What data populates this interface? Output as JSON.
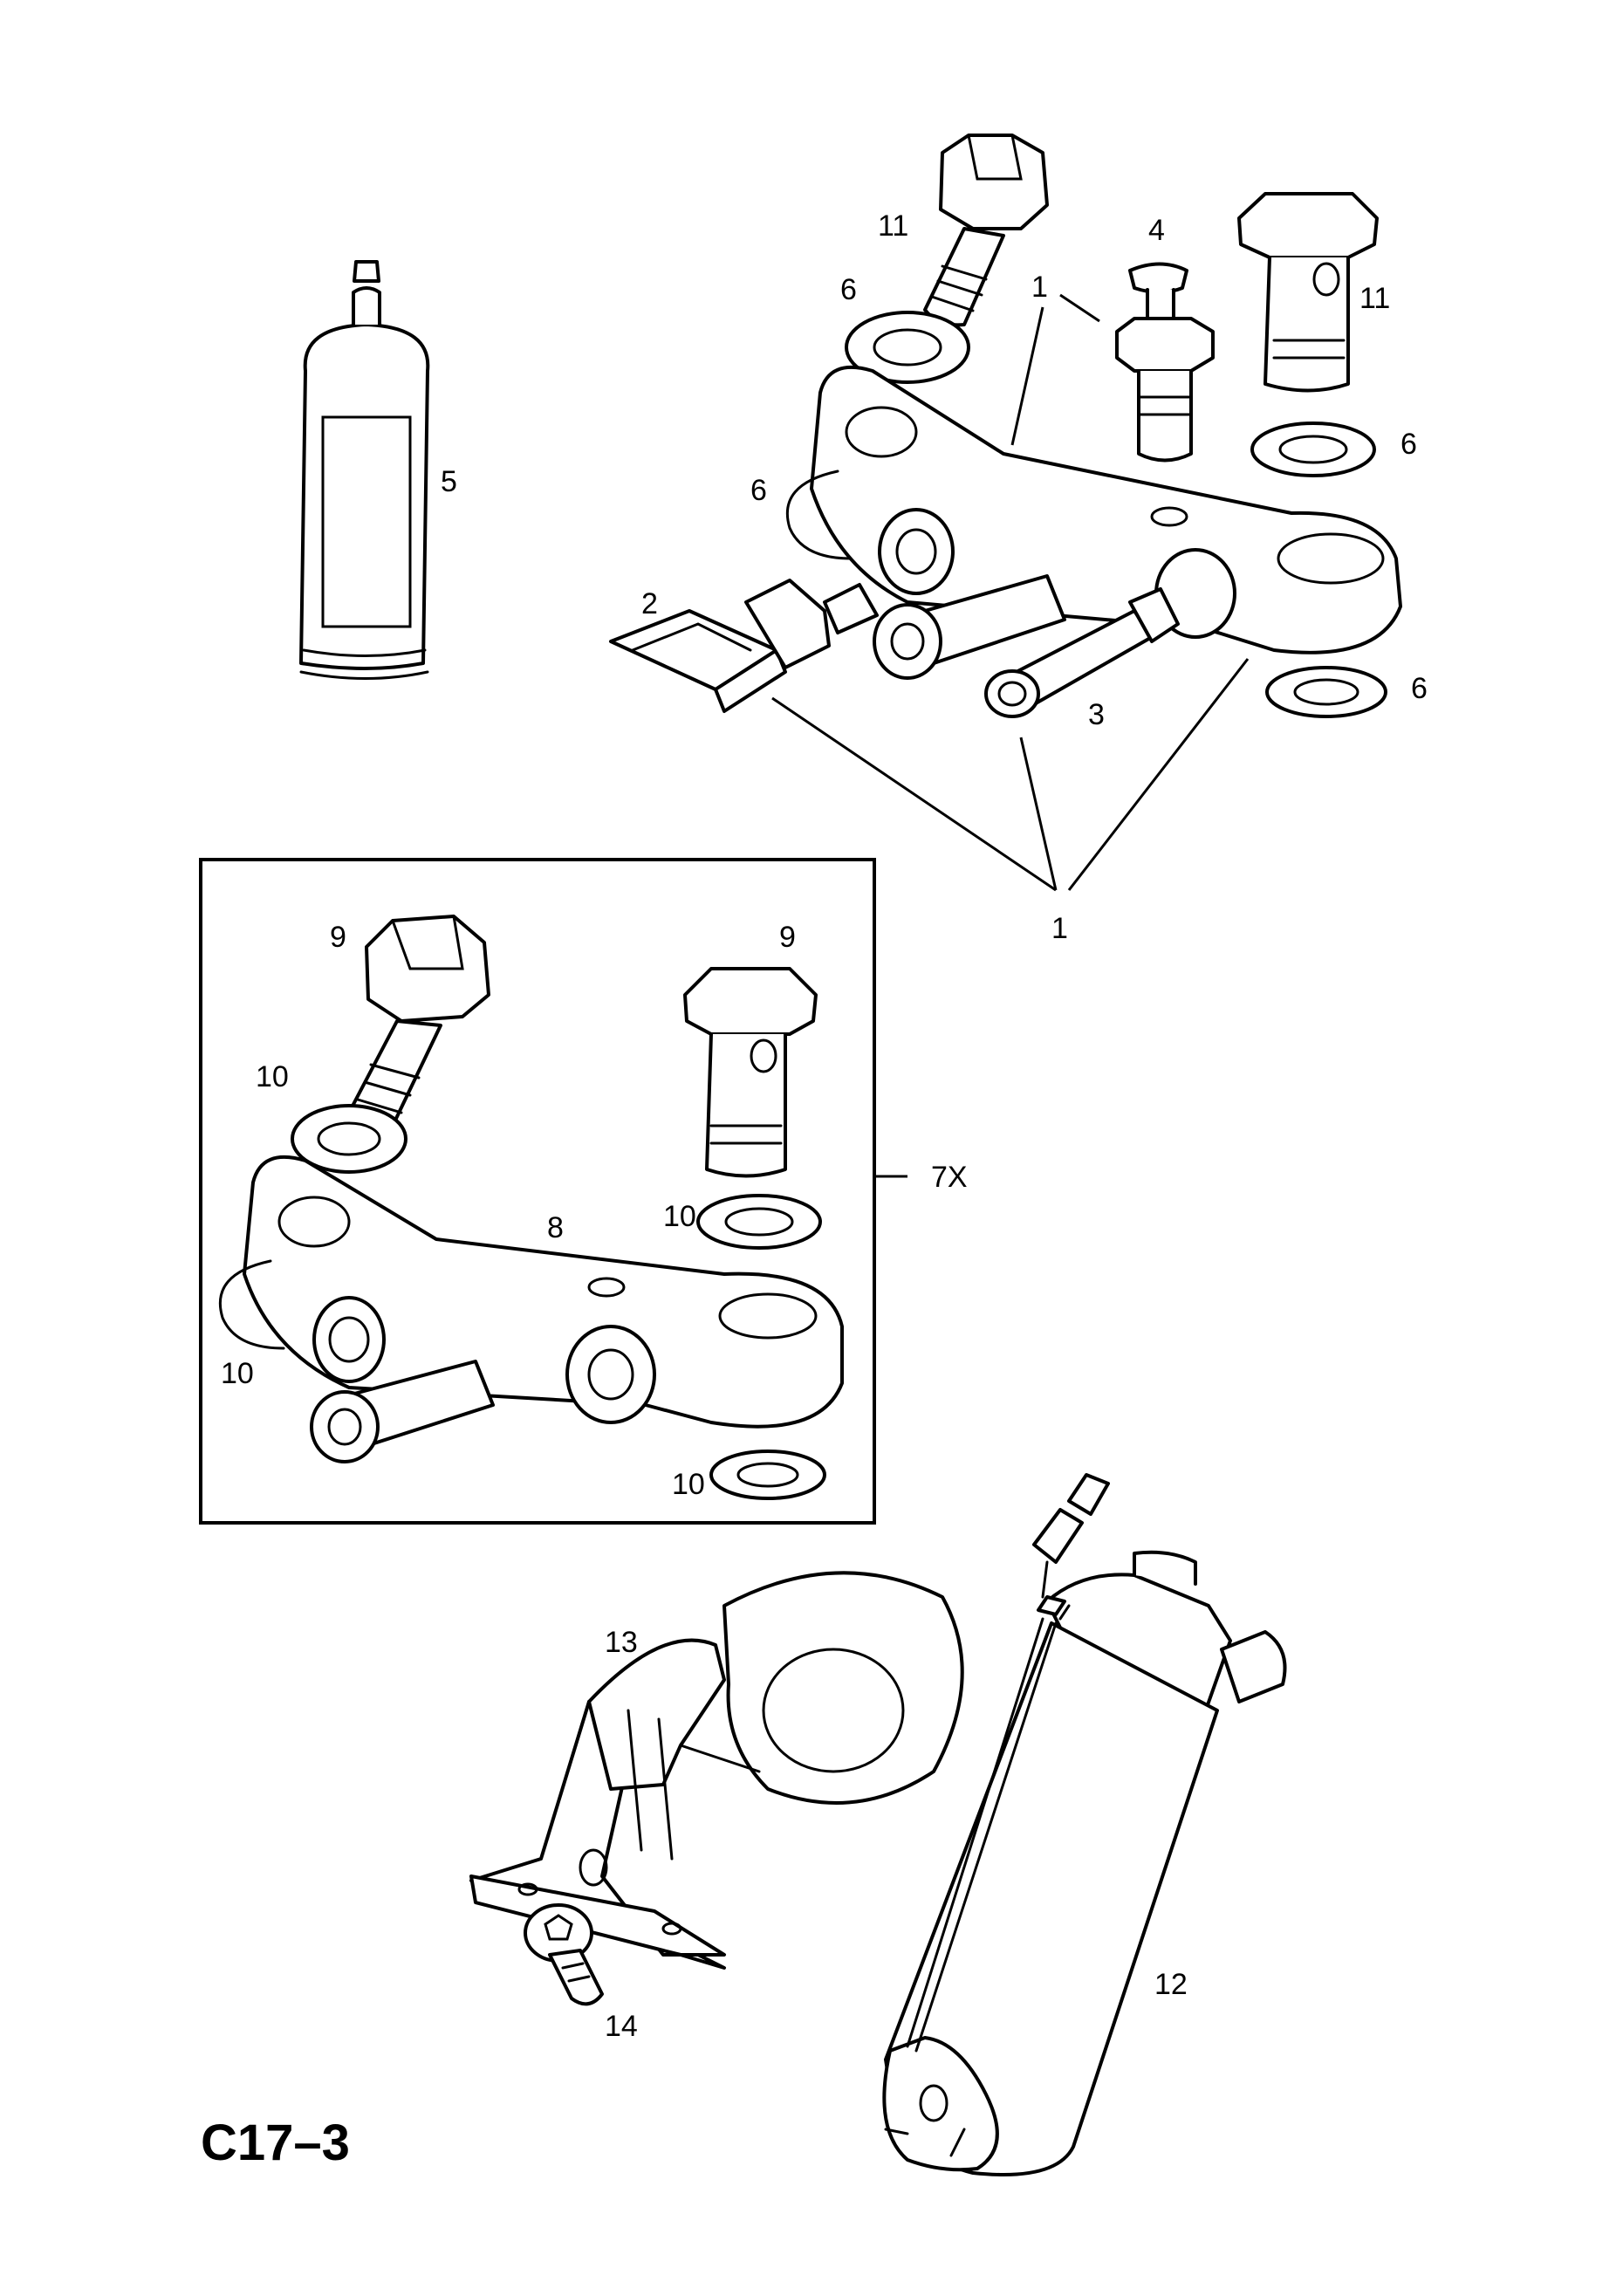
{
  "figure_ref": "C17–3",
  "callouts": {
    "c1_top": "1",
    "c1_bottom": "1",
    "c2": "2",
    "c3": "3",
    "c4": "4",
    "c5": "5",
    "c6_a": "6",
    "c6_b": "6",
    "c6_c": "6",
    "c6_d": "6",
    "c7x": "7X",
    "c8": "8",
    "c9_a": "9",
    "c9_b": "9",
    "c10_a": "10",
    "c10_b": "10",
    "c10_c": "10",
    "c10_d": "10",
    "c11_a": "11",
    "c11_b": "11",
    "c12": "12",
    "c13": "13",
    "c14": "14"
  }
}
